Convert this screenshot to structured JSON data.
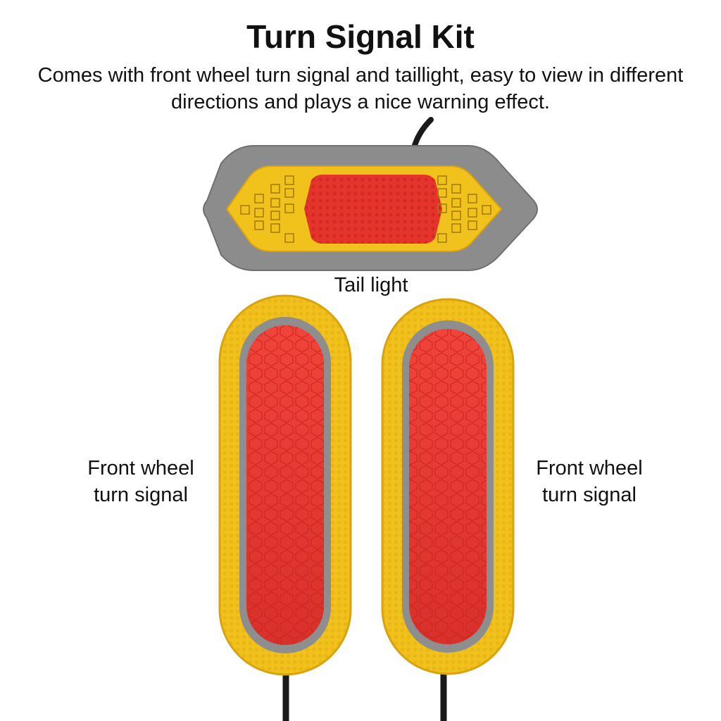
{
  "title": "Turn Signal Kit",
  "subtitle": "Comes with front wheel turn signal and taillight, easy to view in different directions and plays a nice warning effect.",
  "labels": {
    "tail_light": "Tail light",
    "front_left_line1": "Front wheel",
    "front_left_line2": "turn signal",
    "front_right_line1": "Front wheel",
    "front_right_line2": "turn signal"
  },
  "colors": {
    "amber": "#f2c21c",
    "red": "#e5342b",
    "housing_gray": "#8c8c8c",
    "cable": "#1a1a1a"
  }
}
